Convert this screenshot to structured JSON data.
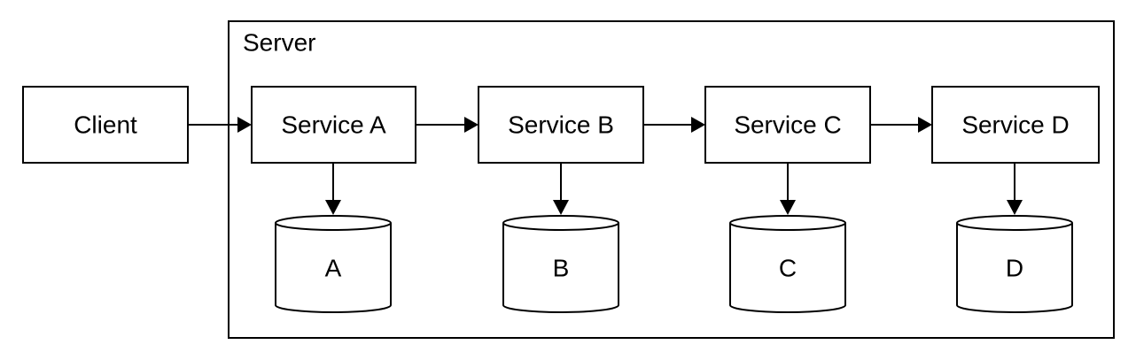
{
  "diagram": {
    "container_label": "Server",
    "client_label": "Client",
    "services": [
      {
        "label": "Service A",
        "db_label": "A"
      },
      {
        "label": "Service B",
        "db_label": "B"
      },
      {
        "label": "Service C",
        "db_label": "C"
      },
      {
        "label": "Service D",
        "db_label": "D"
      }
    ]
  }
}
